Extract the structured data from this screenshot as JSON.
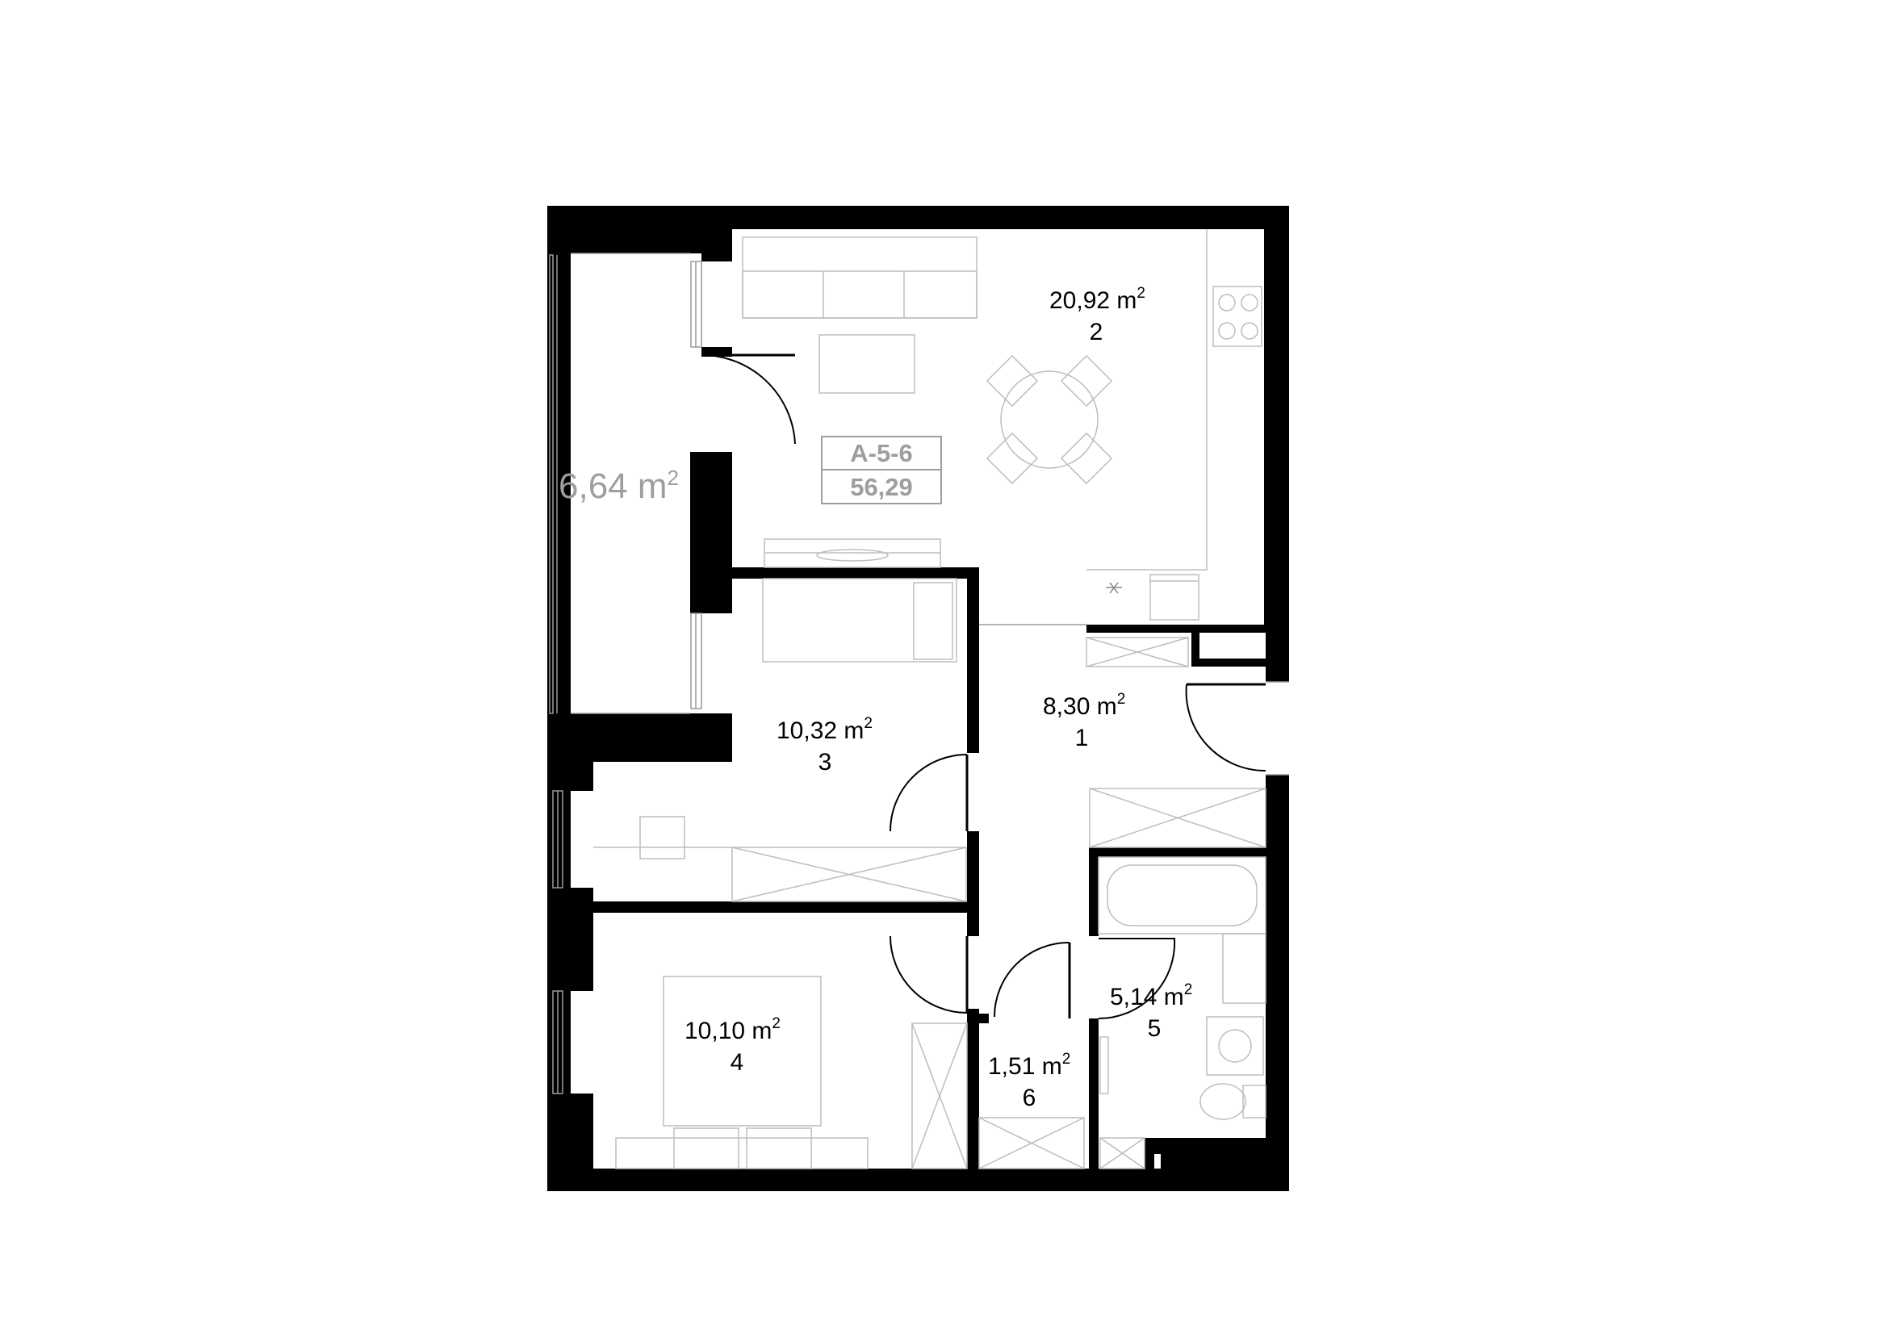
{
  "unit_code": "A-5-6",
  "unit_area": "56,29",
  "area_unit": "m",
  "area_exp": "2",
  "balcony": {
    "area": "6,64"
  },
  "rooms": [
    {
      "id": "1",
      "area": "8,30"
    },
    {
      "id": "2",
      "area": "20,92"
    },
    {
      "id": "3",
      "area": "10,32"
    },
    {
      "id": "4",
      "area": "10,10"
    },
    {
      "id": "5",
      "area": "5,14"
    },
    {
      "id": "6",
      "area": "1,51"
    }
  ]
}
